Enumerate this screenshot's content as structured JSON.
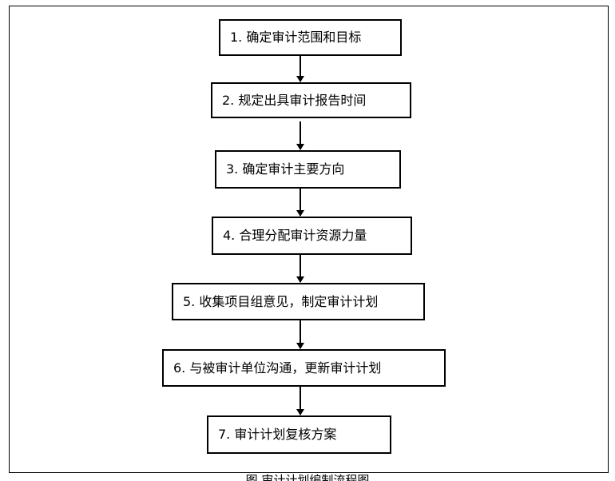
{
  "flowchart": {
    "steps": [
      "1. 确定审计范围和目标",
      "2. 规定出具审计报告时间",
      "3. 确定审计主要方向",
      "4. 合理分配审计资源力量",
      "5. 收集项目组意见，制定审计计划",
      "6. 与被审计单位沟通，更新审计计划",
      "7. 审计计划复核方案"
    ]
  },
  "caption": "图    审计计划编制流程图"
}
